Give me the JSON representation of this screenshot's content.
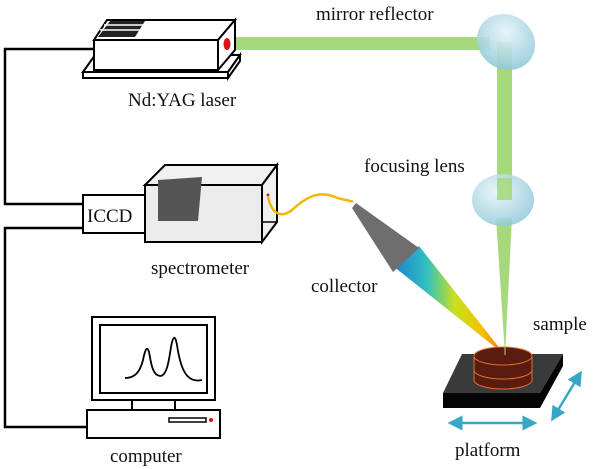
{
  "labels": {
    "laser": "Nd:YAG laser",
    "mirror": "mirror reflector",
    "lens": "focusing lens",
    "iccd": "ICCD",
    "spectrometer": "spectrometer",
    "collector": "collector",
    "sample": "sample",
    "computer": "computer",
    "platform": "platform"
  },
  "colors": {
    "beam": "#a6d97c",
    "optic": "#a9d7e4",
    "fiber": "#f2b705",
    "sample": "#5a1c10",
    "sample_edge": "#e0702a",
    "platform": "#111111",
    "arrow": "#3aa6c6",
    "laser_dot": "#e0101a"
  }
}
